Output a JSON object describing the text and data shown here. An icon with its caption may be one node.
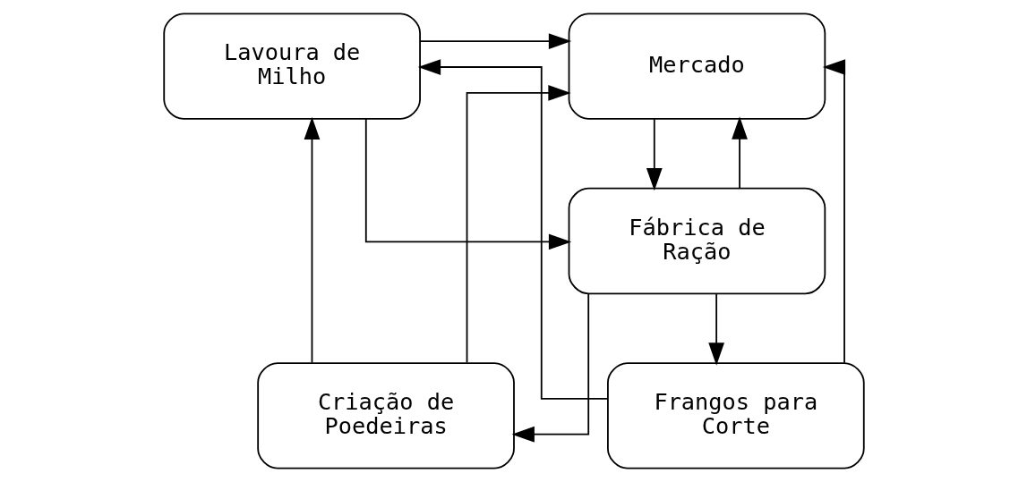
{
  "diagram": {
    "nodes": [
      {
        "text": [
          "Lavoura de Milho"
        ]
      },
      {
        "text": [
          "Mercado"
        ]
      },
      {
        "text": [
          "Fábrica de Ração"
        ]
      },
      {
        "text": [
          "Criação de Poedeiras"
        ]
      },
      {
        "text": [
          "Frangos para Corte"
        ]
      }
    ],
    "edges": [
      {
        "from": 0,
        "to": 1,
        "arrow": "to"
      },
      {
        "from": 0,
        "to": 2,
        "arrow": "to"
      },
      {
        "from": 1,
        "to": 2,
        "arrow": "to"
      },
      {
        "from": 2,
        "to": 1,
        "arrow": "to"
      },
      {
        "from": 2,
        "to": 3,
        "arrow": "to"
      },
      {
        "from": 2,
        "to": 4,
        "arrow": "to"
      },
      {
        "from": 3,
        "to": 0,
        "arrow": "to"
      },
      {
        "from": 4,
        "to": 1,
        "arrow": "to"
      },
      {
        "from": 3,
        "to": 1,
        "arrow": "to"
      },
      {
        "from": 4,
        "to": 0,
        "arrow": "to"
      }
    ]
  }
}
